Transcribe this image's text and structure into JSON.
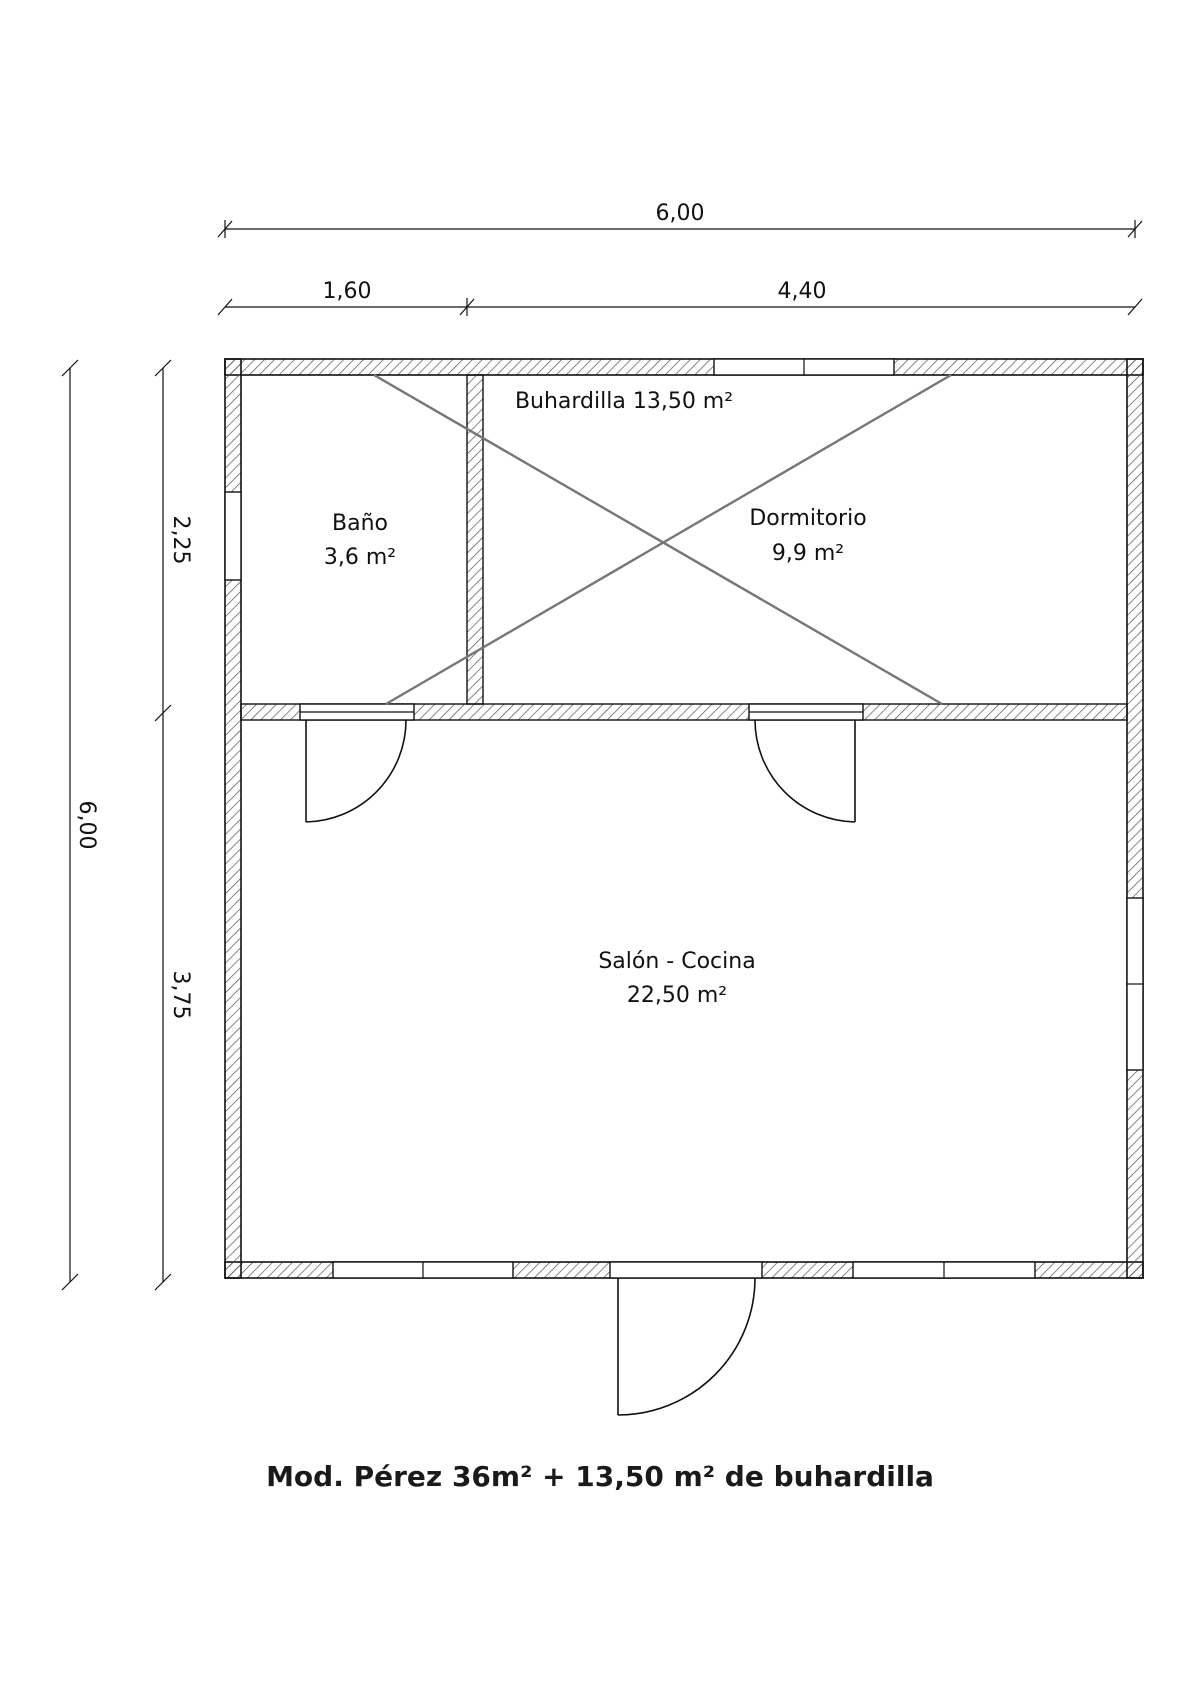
{
  "dimensions": {
    "total_width": "6,00",
    "width_left": "1,60",
    "width_right": "4,40",
    "total_height": "6,00",
    "height_top": "2,25",
    "height_bottom": "3,75"
  },
  "rooms": {
    "attic_label": "Buhardilla 13,50 m²",
    "bath_name": "Baño",
    "bath_area": "3,6 m²",
    "bedroom_name": "Dormitorio",
    "bedroom_area": "9,9 m²",
    "living_name": "Salón - Cocina",
    "living_area": "22,50 m²"
  },
  "caption": "Mod. Pérez 36m² + 13,50 m² de buhardilla",
  "colors": {
    "line": "#111111",
    "attic_cross": "#777777",
    "hatch": "#555555"
  }
}
